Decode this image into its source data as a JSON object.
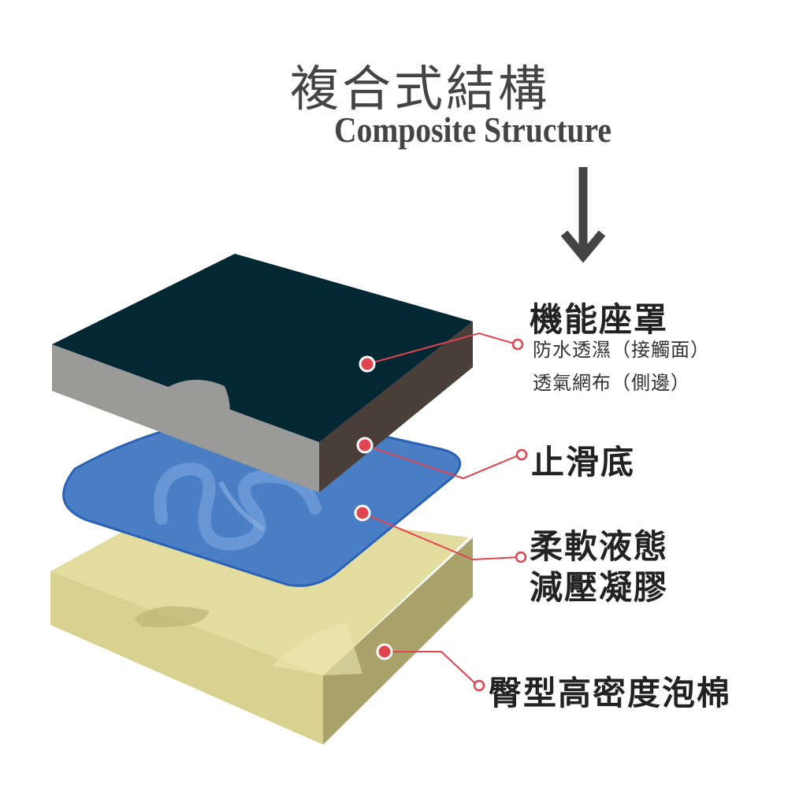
{
  "title": {
    "chinese": "複合式結構",
    "english": "Composite Structure"
  },
  "layers": [
    {
      "key": "cover",
      "label": "機能座罩",
      "notes": [
        "防水透濕（接觸面）",
        "透氣網布（側邊）"
      ],
      "colors": {
        "top": "#032834",
        "front": "#9a9a98",
        "side": "#4a3f38"
      }
    },
    {
      "key": "anti-slip",
      "label": "止滑底"
    },
    {
      "key": "gel",
      "label_lines": [
        "柔軟液態",
        "減壓凝膠"
      ],
      "colors": {
        "fill": "#4a7fc6",
        "edge": "#2a62b7"
      }
    },
    {
      "key": "foam",
      "label": "臀型高密度泡棉",
      "colors": {
        "top": "#e3dc9f",
        "front": "#d8d18f",
        "side": "#a9a26a"
      }
    }
  ],
  "accent_color": "#e0444e",
  "arrow_icon": "down-arrow-icon"
}
